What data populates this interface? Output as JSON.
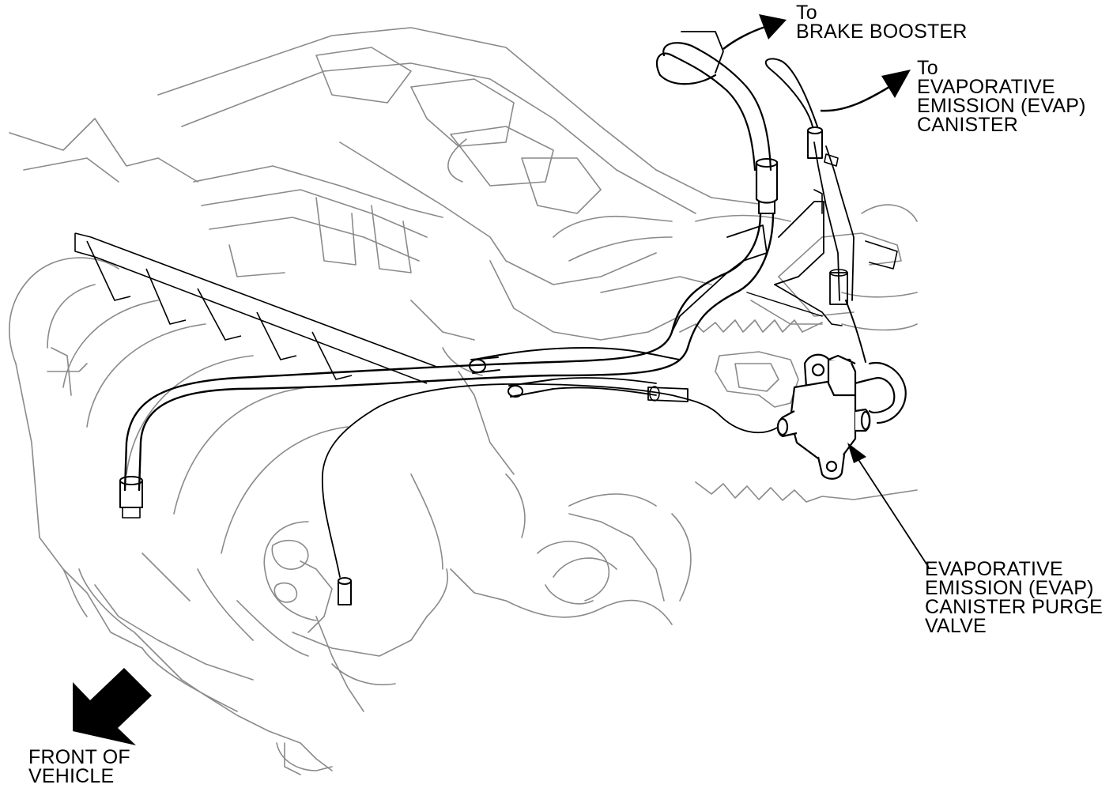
{
  "labels": {
    "brake_booster": {
      "line1": "To",
      "line2": "BRAKE BOOSTER"
    },
    "evap_canister": {
      "line1": "To",
      "line2": "EVAPORATIVE",
      "line3": "EMISSION (EVAP)",
      "line4": "CANISTER"
    },
    "purge_valve": {
      "line1": "EVAPORATIVE",
      "line2": "EMISSION (EVAP)",
      "line3": "CANISTER PURGE",
      "line4": "VALVE"
    },
    "front": {
      "line1": "FRONT OF",
      "line2": "VEHICLE"
    }
  },
  "colors": {
    "ink": "#000000",
    "engine_line": "#8a8a8a",
    "background": "#ffffff"
  },
  "icons": {
    "arrow_to_brake_booster": "arrow-right-icon",
    "arrow_to_evap_canister": "arrow-right-icon",
    "front_of_vehicle": "arrow-down-left-icon"
  }
}
